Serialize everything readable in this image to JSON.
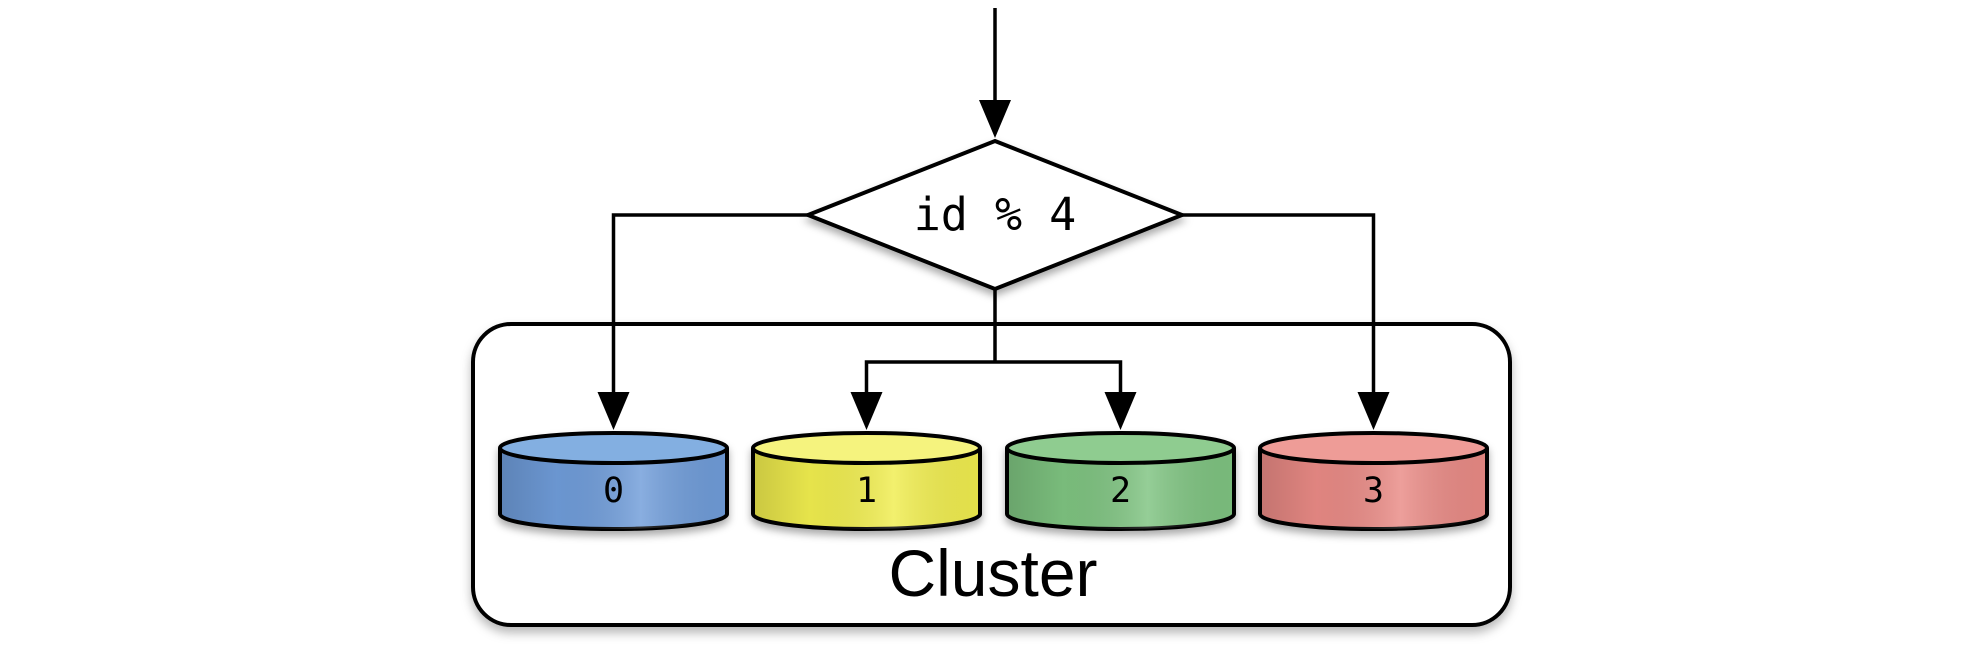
{
  "diagram": {
    "decision": {
      "label": "id % 4"
    },
    "cluster": {
      "label": "Cluster"
    },
    "shards": [
      {
        "label": "0",
        "body_color": "#6f9cd9",
        "top_color": "#83afe1"
      },
      {
        "label": "1",
        "body_color": "#f0ed4e",
        "top_color": "#f5f37e"
      },
      {
        "label": "2",
        "body_color": "#7ec380",
        "top_color": "#8fcc90"
      },
      {
        "label": "3",
        "body_color": "#e98a85",
        "top_color": "#ee9c97"
      }
    ],
    "line_color": "#000000",
    "shape_fill": "#ffffff",
    "background_color": "#ffffff"
  }
}
